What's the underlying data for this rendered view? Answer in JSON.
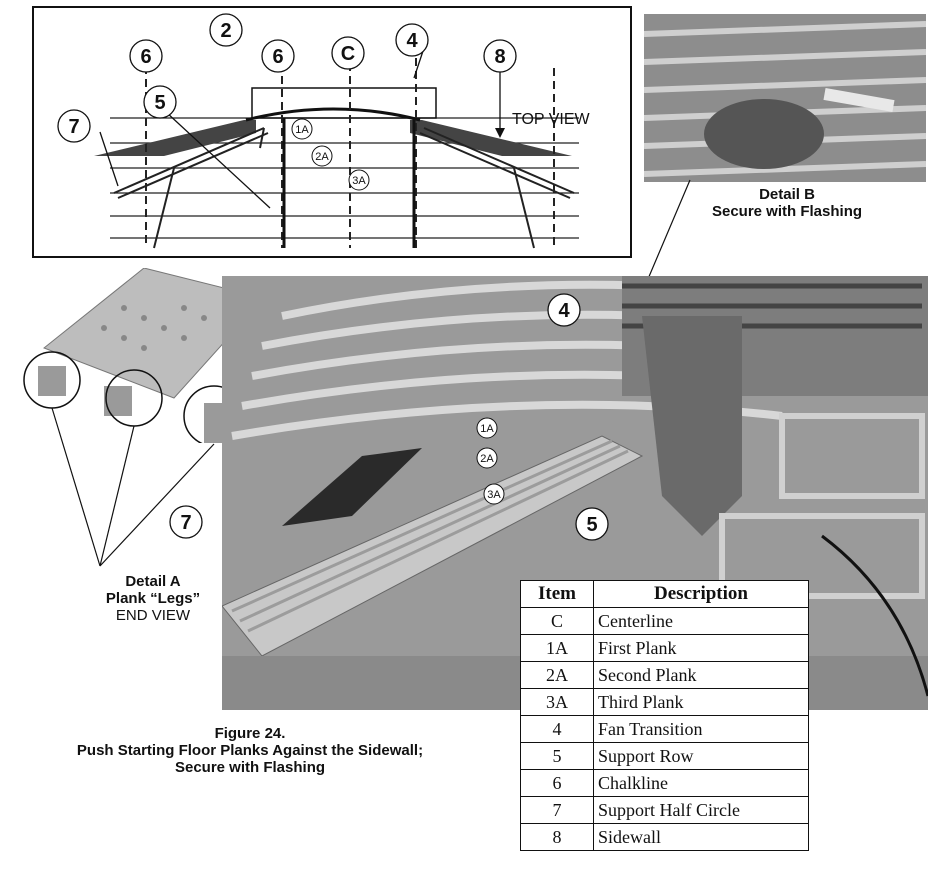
{
  "top_view": {
    "view_label": "TOP VIEW",
    "callouts": [
      "2",
      "6",
      "6",
      "C",
      "4",
      "8",
      "5",
      "7"
    ],
    "plank_labels": [
      "1A",
      "2A",
      "3A"
    ]
  },
  "detail_b": {
    "title": "Detail B",
    "subtitle": "Secure with Flashing"
  },
  "detail_a": {
    "title": "Detail A",
    "subtitle": "Plank “Legs”",
    "view": "END VIEW"
  },
  "main_photo": {
    "callouts": [
      "4",
      "7",
      "5"
    ],
    "plank_labels": [
      "1A",
      "2A",
      "3A"
    ]
  },
  "figure": {
    "number": "Figure 24.",
    "line1": "Push Starting Floor Planks Against the Sidewall;",
    "line2": "Secure with Flashing"
  },
  "legend": {
    "headers": [
      "Item",
      "Description"
    ],
    "rows": [
      {
        "item": "C",
        "desc": "Centerline"
      },
      {
        "item": "1A",
        "desc": "First Plank"
      },
      {
        "item": "2A",
        "desc": "Second Plank"
      },
      {
        "item": "3A",
        "desc": "Third Plank"
      },
      {
        "item": "4",
        "desc": "Fan Transition"
      },
      {
        "item": "5",
        "desc": "Support Row"
      },
      {
        "item": "6",
        "desc": "Chalkline"
      },
      {
        "item": "7",
        "desc": "Support Half Circle"
      },
      {
        "item": "8",
        "desc": "Sidewall"
      }
    ]
  }
}
